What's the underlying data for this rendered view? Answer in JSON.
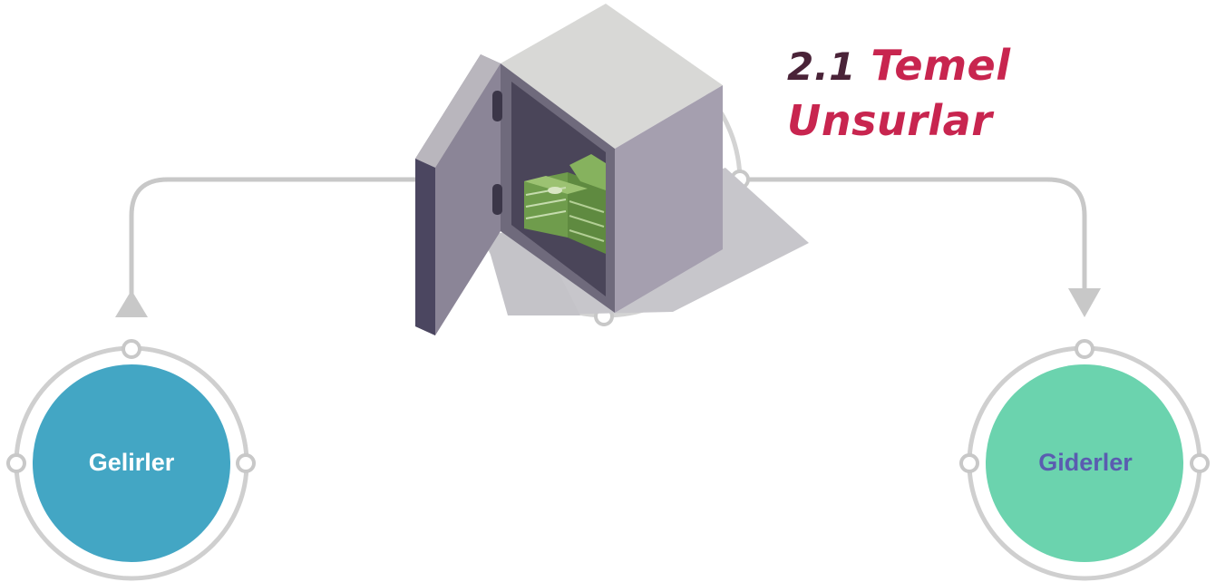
{
  "title": {
    "number": "2.1",
    "line1": "Temel",
    "line2": "Unsurlar"
  },
  "nodes": {
    "income": {
      "label": "Gelirler",
      "fill": "#43a6c4",
      "text_color": "#ffffff"
    },
    "expense": {
      "label": "Giderler",
      "fill": "#6bd3ae",
      "text_color": "#5a5cb0"
    }
  },
  "colors": {
    "connector": "#c8c8c8",
    "safe_body": "#a59faf",
    "safe_top": "#d8d8d6",
    "safe_door": "#6f6a7c",
    "money": "#7ea65a",
    "title_accent": "#c8254f",
    "title_number": "#4a2338"
  },
  "icons": [
    "safe-with-money-illustration",
    "arrow-up-icon",
    "arrow-down-icon"
  ]
}
